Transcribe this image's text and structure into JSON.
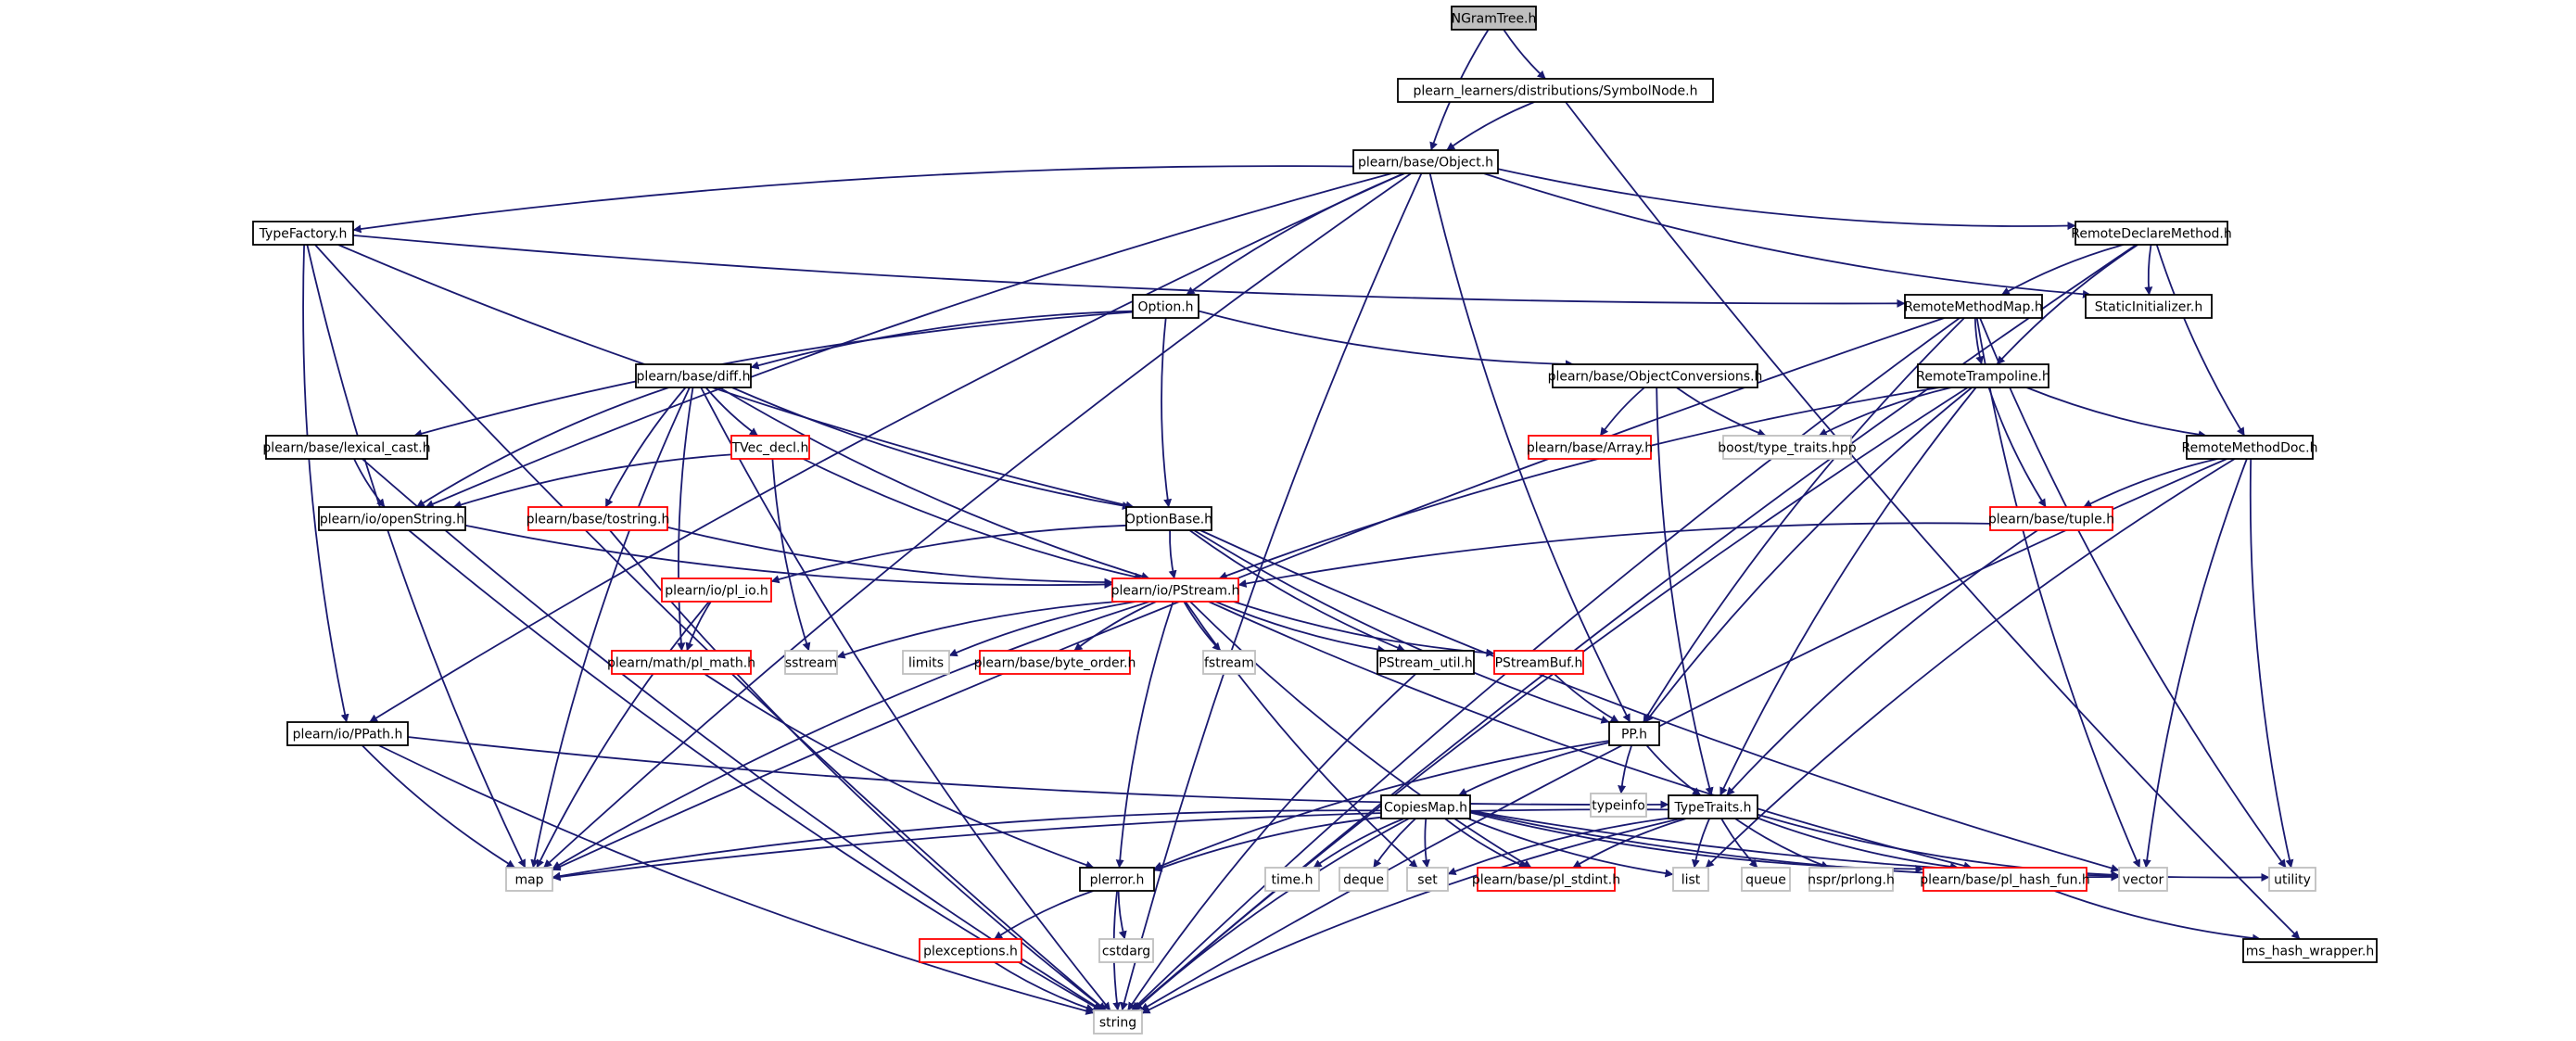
{
  "title": "NGramTree.h",
  "colors": {
    "edge": "#191970",
    "border_normal": "#000000",
    "border_missing": "#ff0000",
    "border_system": "#bfbfbf",
    "root_fill": "#bfbfbf"
  },
  "nodes": [
    {
      "id": "ngramtree",
      "label": "NGramTree.h",
      "kind": "root"
    },
    {
      "id": "symbolnode",
      "label": "plearn_learners/distributions/SymbolNode.h",
      "kind": "normal"
    },
    {
      "id": "object",
      "label": "plearn/base/Object.h",
      "kind": "normal"
    },
    {
      "id": "typefactory",
      "label": "TypeFactory.h",
      "kind": "normal"
    },
    {
      "id": "remotedeclaremethod",
      "label": "RemoteDeclareMethod.h",
      "kind": "normal"
    },
    {
      "id": "option",
      "label": "Option.h",
      "kind": "normal"
    },
    {
      "id": "remotemethodmap",
      "label": "RemoteMethodMap.h",
      "kind": "normal"
    },
    {
      "id": "staticinit",
      "label": "StaticInitializer.h",
      "kind": "normal"
    },
    {
      "id": "diff",
      "label": "plearn/base/diff.h",
      "kind": "normal"
    },
    {
      "id": "objconv",
      "label": "plearn/base/ObjectConversions.h",
      "kind": "normal"
    },
    {
      "id": "remotetrampoline",
      "label": "RemoteTrampoline.h",
      "kind": "normal"
    },
    {
      "id": "lexicalcast",
      "label": "plearn/base/lexical_cast.h",
      "kind": "normal"
    },
    {
      "id": "tvecdecl",
      "label": "TVec_decl.h",
      "kind": "missing"
    },
    {
      "id": "array",
      "label": "plearn/base/Array.h",
      "kind": "missing"
    },
    {
      "id": "boosttt",
      "label": "boost/type_traits.hpp",
      "kind": "system"
    },
    {
      "id": "remotemethoddoc",
      "label": "RemoteMethodDoc.h",
      "kind": "normal"
    },
    {
      "id": "openstring",
      "label": "plearn/io/openString.h",
      "kind": "normal"
    },
    {
      "id": "tostring",
      "label": "plearn/base/tostring.h",
      "kind": "missing"
    },
    {
      "id": "optionbase",
      "label": "OptionBase.h",
      "kind": "normal"
    },
    {
      "id": "tuple",
      "label": "plearn/base/tuple.h",
      "kind": "missing"
    },
    {
      "id": "plio",
      "label": "plearn/io/pl_io.h",
      "kind": "missing"
    },
    {
      "id": "pstream",
      "label": "plearn/io/PStream.h",
      "kind": "missing"
    },
    {
      "id": "sstream",
      "label": "sstream",
      "kind": "system"
    },
    {
      "id": "limits",
      "label": "limits",
      "kind": "system"
    },
    {
      "id": "byteorder",
      "label": "plearn/base/byte_order.h",
      "kind": "missing"
    },
    {
      "id": "fstream",
      "label": "fstream",
      "kind": "system"
    },
    {
      "id": "pstreamutil",
      "label": "PStream_util.h",
      "kind": "normal"
    },
    {
      "id": "pstreambuf",
      "label": "PStreamBuf.h",
      "kind": "missing"
    },
    {
      "id": "plmath",
      "label": "plearn/math/pl_math.h",
      "kind": "missing"
    },
    {
      "id": "ppath",
      "label": "plearn/io/PPath.h",
      "kind": "normal"
    },
    {
      "id": "pp",
      "label": "PP.h",
      "kind": "normal"
    },
    {
      "id": "typeinfo",
      "label": "typeinfo",
      "kind": "system"
    },
    {
      "id": "copiesmap",
      "label": "CopiesMap.h",
      "kind": "normal"
    },
    {
      "id": "typetraits",
      "label": "TypeTraits.h",
      "kind": "normal"
    },
    {
      "id": "map",
      "label": "map",
      "kind": "system"
    },
    {
      "id": "plerror",
      "label": "plerror.h",
      "kind": "normal"
    },
    {
      "id": "timeh",
      "label": "time.h",
      "kind": "system"
    },
    {
      "id": "deque",
      "label": "deque",
      "kind": "system"
    },
    {
      "id": "set",
      "label": "set",
      "kind": "system"
    },
    {
      "id": "plstdint",
      "label": "plearn/base/pl_stdint.h",
      "kind": "missing"
    },
    {
      "id": "list",
      "label": "list",
      "kind": "system"
    },
    {
      "id": "queue",
      "label": "queue",
      "kind": "system"
    },
    {
      "id": "nsprprlong",
      "label": "nspr/prlong.h",
      "kind": "system"
    },
    {
      "id": "plhashfun",
      "label": "plearn/base/pl_hash_fun.h",
      "kind": "missing"
    },
    {
      "id": "vector",
      "label": "vector",
      "kind": "system"
    },
    {
      "id": "utility",
      "label": "utility",
      "kind": "system"
    },
    {
      "id": "cstdarg",
      "label": "cstdarg",
      "kind": "system"
    },
    {
      "id": "plexceptions",
      "label": "plexceptions.h",
      "kind": "missing"
    },
    {
      "id": "mshashwrapper",
      "label": "ms_hash_wrapper.h",
      "kind": "normal"
    },
    {
      "id": "string",
      "label": "string",
      "kind": "system"
    }
  ],
  "edges": [
    [
      "ngramtree",
      "symbolnode"
    ],
    [
      "ngramtree",
      "object"
    ],
    [
      "symbolnode",
      "object"
    ],
    [
      "symbolnode",
      "mshashwrapper"
    ],
    [
      "object",
      "typefactory"
    ],
    [
      "object",
      "remotedeclaremethod"
    ],
    [
      "object",
      "option"
    ],
    [
      "object",
      "staticinit"
    ],
    [
      "object",
      "openstring"
    ],
    [
      "object",
      "ppath"
    ],
    [
      "object",
      "pp"
    ],
    [
      "object",
      "map"
    ],
    [
      "object",
      "string"
    ],
    [
      "typefactory",
      "remotemethodmap"
    ],
    [
      "typefactory",
      "optionbase"
    ],
    [
      "typefactory",
      "ppath"
    ],
    [
      "typefactory",
      "map"
    ],
    [
      "typefactory",
      "string"
    ],
    [
      "remotedeclaremethod",
      "remotemethodmap"
    ],
    [
      "remotedeclaremethod",
      "staticinit"
    ],
    [
      "remotedeclaremethod",
      "remotetrampoline"
    ],
    [
      "remotedeclaremethod",
      "remotemethoddoc"
    ],
    [
      "remotedeclaremethod",
      "string"
    ],
    [
      "option",
      "diff"
    ],
    [
      "option",
      "objconv"
    ],
    [
      "option",
      "optionbase"
    ],
    [
      "option",
      "lexicalcast"
    ],
    [
      "remotemethodmap",
      "remotetrampoline"
    ],
    [
      "remotemethodmap",
      "pp"
    ],
    [
      "remotemethodmap",
      "map"
    ],
    [
      "remotemethodmap",
      "vector"
    ],
    [
      "remotemethodmap",
      "utility"
    ],
    [
      "remotemethodmap",
      "string"
    ],
    [
      "diff",
      "tvecdecl"
    ],
    [
      "diff",
      "tostring"
    ],
    [
      "diff",
      "openstring"
    ],
    [
      "diff",
      "optionbase"
    ],
    [
      "diff",
      "pstream"
    ],
    [
      "diff",
      "plmath"
    ],
    [
      "diff",
      "map"
    ],
    [
      "diff",
      "string"
    ],
    [
      "objconv",
      "array"
    ],
    [
      "objconv",
      "boosttt"
    ],
    [
      "objconv",
      "typetraits"
    ],
    [
      "remotetrampoline",
      "boosttt"
    ],
    [
      "remotetrampoline",
      "remotemethoddoc"
    ],
    [
      "remotetrampoline",
      "tuple"
    ],
    [
      "remotetrampoline",
      "pstream"
    ],
    [
      "remotetrampoline",
      "pp"
    ],
    [
      "remotetrampoline",
      "typetraits"
    ],
    [
      "remotetrampoline",
      "string"
    ],
    [
      "lexicalcast",
      "openstring"
    ],
    [
      "lexicalcast",
      "string"
    ],
    [
      "tvecdecl",
      "openstring"
    ],
    [
      "tvecdecl",
      "pstream"
    ],
    [
      "tvecdecl",
      "sstream"
    ],
    [
      "remotemethoddoc",
      "tuple"
    ],
    [
      "remotemethoddoc",
      "list"
    ],
    [
      "remotemethoddoc",
      "vector"
    ],
    [
      "remotemethoddoc",
      "utility"
    ],
    [
      "remotemethoddoc",
      "string"
    ],
    [
      "openstring",
      "pstream"
    ],
    [
      "openstring",
      "string"
    ],
    [
      "tostring",
      "pstream"
    ],
    [
      "tostring",
      "string"
    ],
    [
      "optionbase",
      "pstream"
    ],
    [
      "optionbase",
      "plio"
    ],
    [
      "optionbase",
      "pstreamutil"
    ],
    [
      "optionbase",
      "pp"
    ],
    [
      "optionbase",
      "vector"
    ],
    [
      "tuple",
      "pstream"
    ],
    [
      "tuple",
      "typetraits"
    ],
    [
      "plio",
      "plmath"
    ],
    [
      "plio",
      "map"
    ],
    [
      "pstream",
      "sstream"
    ],
    [
      "pstream",
      "limits"
    ],
    [
      "pstream",
      "byteorder"
    ],
    [
      "pstream",
      "fstream"
    ],
    [
      "pstream",
      "pstreamutil"
    ],
    [
      "pstream",
      "pstreambuf"
    ],
    [
      "pstream",
      "plerror"
    ],
    [
      "pstream",
      "map"
    ],
    [
      "pstream",
      "set"
    ],
    [
      "pstream",
      "plstdint"
    ],
    [
      "pstream",
      "plhashfun"
    ],
    [
      "pstreamutil",
      "string"
    ],
    [
      "pstreambuf",
      "pp"
    ],
    [
      "plmath",
      "plerror"
    ],
    [
      "ppath",
      "typetraits"
    ],
    [
      "ppath",
      "map"
    ],
    [
      "ppath",
      "string"
    ],
    [
      "pp",
      "typeinfo"
    ],
    [
      "pp",
      "copiesmap"
    ],
    [
      "pp",
      "typetraits"
    ],
    [
      "pp",
      "plerror"
    ],
    [
      "copiesmap",
      "map"
    ],
    [
      "copiesmap",
      "plerror"
    ],
    [
      "copiesmap",
      "timeh"
    ],
    [
      "copiesmap",
      "deque"
    ],
    [
      "copiesmap",
      "set"
    ],
    [
      "copiesmap",
      "list"
    ],
    [
      "copiesmap",
      "plhashfun"
    ],
    [
      "copiesmap",
      "vector"
    ],
    [
      "copiesmap",
      "utility"
    ],
    [
      "copiesmap",
      "string"
    ],
    [
      "copiesmap",
      "plstdint"
    ],
    [
      "typetraits",
      "set"
    ],
    [
      "typetraits",
      "plstdint"
    ],
    [
      "typetraits",
      "list"
    ],
    [
      "typetraits",
      "queue"
    ],
    [
      "typetraits",
      "nsprprlong"
    ],
    [
      "typetraits",
      "plhashfun"
    ],
    [
      "typetraits",
      "vector"
    ],
    [
      "typetraits",
      "map"
    ],
    [
      "typetraits",
      "string"
    ],
    [
      "plerror",
      "plexceptions"
    ],
    [
      "plerror",
      "cstdarg"
    ],
    [
      "plerror",
      "string"
    ],
    [
      "plexceptions",
      "string"
    ],
    [
      "plhashfun",
      "mshashwrapper"
    ]
  ]
}
